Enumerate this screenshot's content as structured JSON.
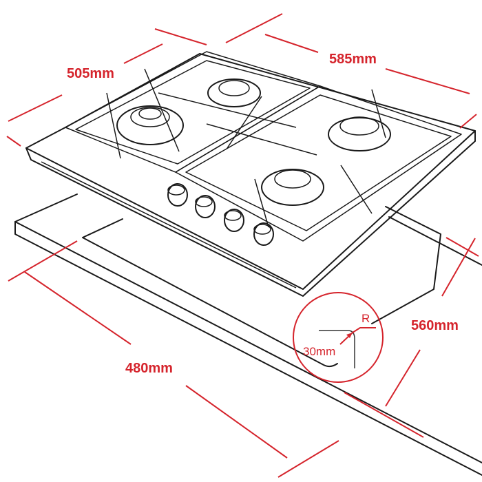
{
  "diagram": {
    "dimensions": {
      "depth": "505mm",
      "width": "585mm",
      "cutout_width": "480mm",
      "cutout_depth": "560mm"
    },
    "detail": {
      "radius_label": "R",
      "radius_value": "30mm"
    },
    "colors": {
      "dimension": "#d5242c",
      "drawing": "#1a1a1a"
    }
  }
}
